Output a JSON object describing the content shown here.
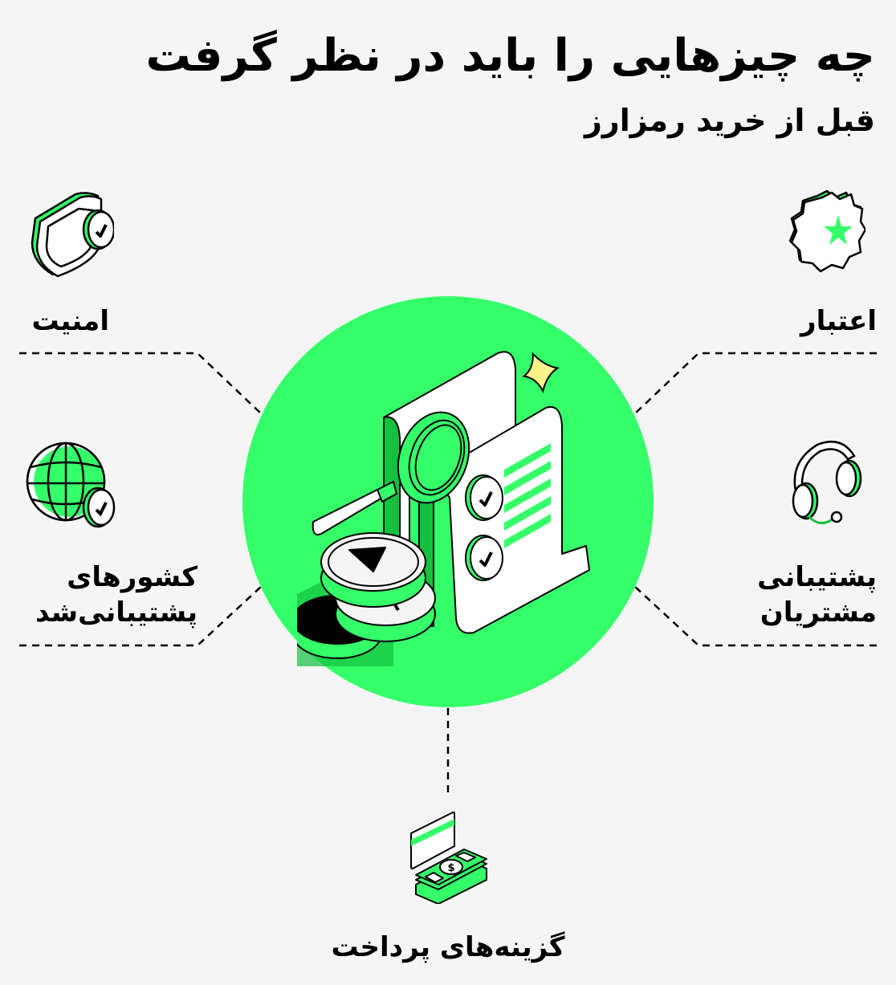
{
  "header": {
    "title": "چه چیزهایی را باید در نظر گرفت",
    "subtitle": "قبل از خرید رمزارز"
  },
  "colors": {
    "background": "#f5f5f5",
    "accent_green": "#35ff69",
    "dark_green": "#13c13f",
    "sparkle_yellow": "#fff28a",
    "ink": "#000000"
  },
  "center": {
    "icon": "crypto-research-document-icon"
  },
  "items": [
    {
      "label": "امنیت",
      "icon": "shield-check-icon",
      "position": "top-left"
    },
    {
      "label": "اعتبار",
      "icon": "star-badge-icon",
      "position": "top-right"
    },
    {
      "label_line1": "کشورهای",
      "label_line2": "پشتیبانی‌شد",
      "icon": "globe-check-icon",
      "position": "middle-left"
    },
    {
      "label_line1": "پشتیبانی",
      "label_line2": "مشتریان",
      "icon": "headset-icon",
      "position": "middle-right"
    },
    {
      "label": "گزینه‌های پرداخت",
      "icon": "card-and-cash-icon",
      "position": "bottom"
    }
  ]
}
